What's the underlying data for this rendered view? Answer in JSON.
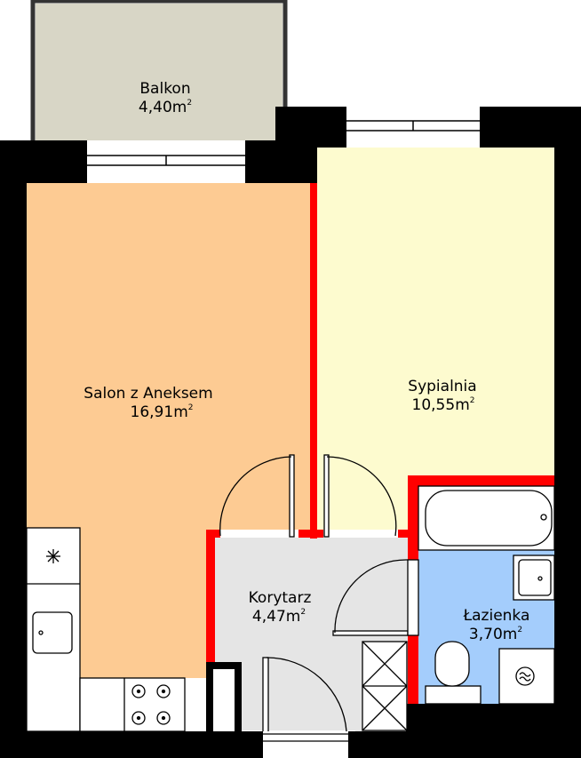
{
  "rooms": {
    "balkon": {
      "name": "Balkon",
      "area": "4,40",
      "unit": "m",
      "exp": "2",
      "color": "#d8d6c6"
    },
    "salon": {
      "name": "Salon z Aneksem",
      "area": "16,91",
      "unit": "m",
      "exp": "2",
      "color": "#fdcb93"
    },
    "sypialnia": {
      "name": "Sypialnia",
      "area": "10,55",
      "unit": "m",
      "exp": "2",
      "color": "#fdfbcf"
    },
    "korytarz": {
      "name": "Korytarz",
      "area": "4,47",
      "unit": "m",
      "exp": "2",
      "color": "#e5e5e5"
    },
    "lazienka": {
      "name": "Łazienka",
      "area": "3,70",
      "unit": "m",
      "exp": "2",
      "color": "#a4cdfc"
    }
  },
  "colors": {
    "wall": "#000000",
    "partition": "#ff0000"
  }
}
